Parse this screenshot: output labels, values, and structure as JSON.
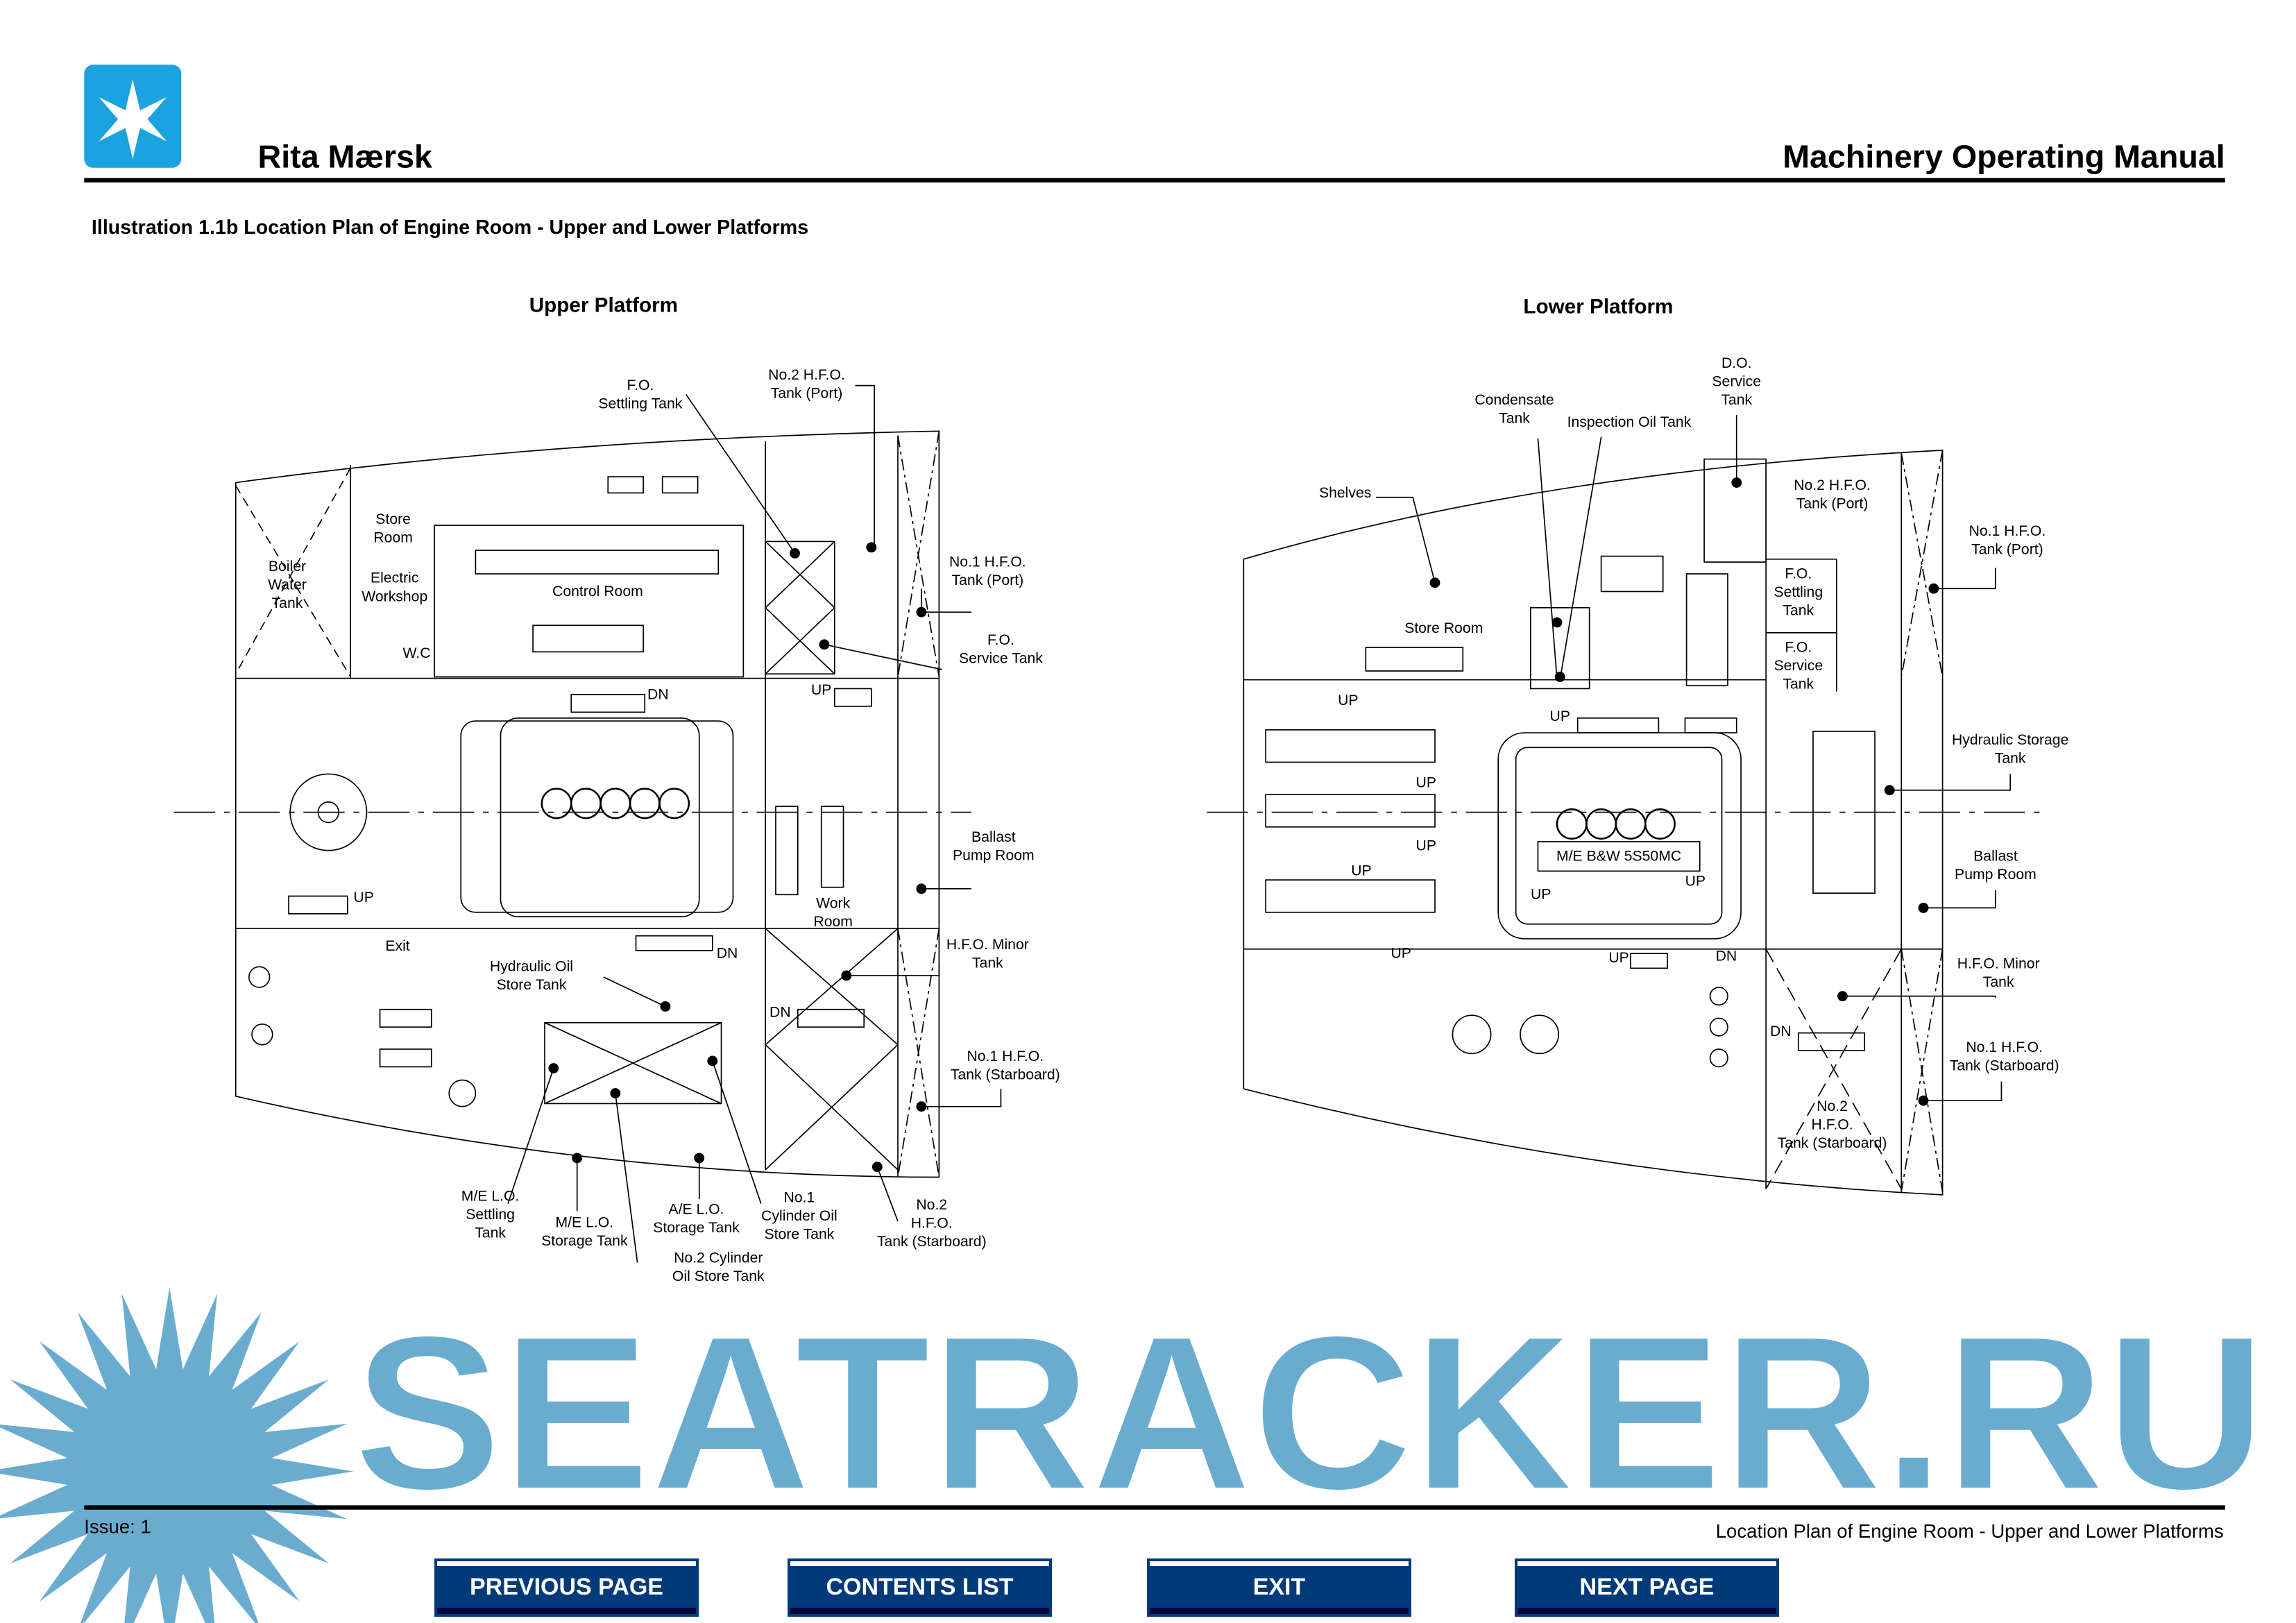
{
  "header": {
    "ship_name": "Rita Mærsk",
    "manual_title": "Machinery Operating Manual",
    "logo": "maersk-star-logo"
  },
  "illustration_title": "Illustration 1.1b Location Plan of Engine Room - Upper and Lower Platforms",
  "upper": {
    "title": "Upper Platform",
    "labels": [
      {
        "id": "fo-settling-tank",
        "lines": [
          "F.O.",
          "Settling Tank"
        ]
      },
      {
        "id": "no2-hfo-tank-port",
        "lines": [
          "No.2 H.F.O.",
          "Tank (Port)"
        ]
      },
      {
        "id": "no1-hfo-tank-port",
        "lines": [
          "No.1 H.F.O.",
          "Tank (Port)"
        ]
      },
      {
        "id": "fo-service-tank",
        "lines": [
          "F.O.",
          "Service Tank"
        ]
      },
      {
        "id": "ballast-pump-room",
        "lines": [
          "Ballast",
          "Pump Room"
        ]
      },
      {
        "id": "hfo-minor-tank",
        "lines": [
          "H.F.O. Minor",
          "Tank"
        ]
      },
      {
        "id": "no1-hfo-tank-starboard",
        "lines": [
          "No.1 H.F.O.",
          "Tank (Starboard)"
        ]
      },
      {
        "id": "no2-hfo-tank-starboard",
        "lines": [
          "No.2",
          "H.F.O.",
          "Tank (Starboard)"
        ]
      },
      {
        "id": "no1-cylinder-oil-store-tank",
        "lines": [
          "No.1",
          "Cylinder Oil",
          "Store Tank"
        ]
      },
      {
        "id": "no2-cylinder-oil-store-tank",
        "lines": [
          "No.2 Cylinder",
          "Oil Store Tank"
        ]
      },
      {
        "id": "ae-lo-storage-tank",
        "lines": [
          "A/E L.O.",
          "Storage Tank"
        ]
      },
      {
        "id": "me-lo-storage-tank",
        "lines": [
          "M/E L.O.",
          "Storage Tank"
        ]
      },
      {
        "id": "me-lo-settling-tank",
        "lines": [
          "M/E  L.O.",
          "Settling",
          "Tank"
        ]
      },
      {
        "id": "hydraulic-oil-store-tank",
        "lines": [
          "Hydraulic Oil",
          "Store Tank"
        ]
      },
      {
        "id": "boiler-water-tank",
        "lines": [
          "Boiler",
          "Water",
          "Tank"
        ]
      },
      {
        "id": "store-room",
        "lines": [
          "Store",
          "Room"
        ]
      },
      {
        "id": "electric-workshop",
        "lines": [
          "Electric",
          "Workshop"
        ]
      },
      {
        "id": "control-room",
        "lines": [
          "Control Room"
        ]
      },
      {
        "id": "wc",
        "lines": [
          "W.C"
        ]
      },
      {
        "id": "work-room",
        "lines": [
          "Work",
          "Room"
        ]
      },
      {
        "id": "exit",
        "lines": [
          "Exit"
        ]
      },
      {
        "id": "stair-dn-1",
        "lines": [
          "DN"
        ]
      },
      {
        "id": "stair-up-1",
        "lines": [
          "UP"
        ]
      },
      {
        "id": "stair-up-2",
        "lines": [
          "UP"
        ]
      },
      {
        "id": "stair-dn-2",
        "lines": [
          "DN"
        ]
      },
      {
        "id": "stair-dn-3",
        "lines": [
          "DN"
        ]
      }
    ]
  },
  "lower": {
    "title": "Lower Platform",
    "labels": [
      {
        "id": "condensate-tank",
        "lines": [
          "Condensate",
          "Tank"
        ]
      },
      {
        "id": "inspection-oil-tank",
        "lines": [
          "Inspection Oil Tank"
        ]
      },
      {
        "id": "do-service-tank",
        "lines": [
          "D.O.",
          "Service",
          "Tank"
        ]
      },
      {
        "id": "shelves",
        "lines": [
          "Shelves"
        ]
      },
      {
        "id": "no2-hfo-tank-port",
        "lines": [
          "No.2 H.F.O.",
          "Tank (Port)"
        ]
      },
      {
        "id": "no1-hfo-tank-port",
        "lines": [
          "No.1 H.F.O.",
          "Tank (Port)"
        ]
      },
      {
        "id": "fo-settling-tank",
        "lines": [
          "F.O.",
          "Settling",
          "Tank"
        ]
      },
      {
        "id": "fo-service-tank",
        "lines": [
          "F.O.",
          "Service",
          "Tank"
        ]
      },
      {
        "id": "store-room",
        "lines": [
          "Store Room"
        ]
      },
      {
        "id": "hydraulic-storage-tank",
        "lines": [
          "Hydraulic Storage",
          "Tank"
        ]
      },
      {
        "id": "main-engine",
        "lines": [
          "M/E B&W 5S50MC"
        ]
      },
      {
        "id": "ballast-pump-room",
        "lines": [
          "Ballast",
          "Pump Room"
        ]
      },
      {
        "id": "hfo-minor-tank",
        "lines": [
          "H.F.O. Minor",
          "Tank"
        ]
      },
      {
        "id": "no1-hfo-tank-starboard",
        "lines": [
          "No.1 H.F.O.",
          "Tank (Starboard)"
        ]
      },
      {
        "id": "no2-hfo-tank-starboard",
        "lines": [
          "No.2",
          "H.F.O.",
          "Tank (Starboard)"
        ]
      },
      {
        "id": "stair-up-1",
        "lines": [
          "UP"
        ]
      },
      {
        "id": "stair-up-2",
        "lines": [
          "UP"
        ]
      },
      {
        "id": "stair-up-3",
        "lines": [
          "UP"
        ]
      },
      {
        "id": "stair-up-4",
        "lines": [
          "UP"
        ]
      },
      {
        "id": "stair-up-5",
        "lines": [
          "UP"
        ]
      },
      {
        "id": "stair-up-6",
        "lines": [
          "UP"
        ]
      },
      {
        "id": "stair-up-7",
        "lines": [
          "UP"
        ]
      },
      {
        "id": "stair-up-8",
        "lines": [
          "UP"
        ]
      },
      {
        "id": "stair-up-9",
        "lines": [
          "UP"
        ]
      },
      {
        "id": "stair-dn-1",
        "lines": [
          "DN"
        ]
      },
      {
        "id": "stair-dn-2",
        "lines": [
          "DN"
        ]
      }
    ]
  },
  "watermark": {
    "text": "SEATRACKER.RU",
    "color": "#5ea6cc"
  },
  "footer": {
    "issue": "Issue: 1",
    "page_title": "Location Plan of Engine Room - Upper and Lower Platforms"
  },
  "nav": {
    "previous": "PREVIOUS PAGE",
    "contents": "CONTENTS LIST",
    "exit": "EXIT",
    "next": "NEXT PAGE"
  },
  "colors": {
    "logo_blue": "#1aa3e0",
    "button_blue": "#003a7a"
  }
}
